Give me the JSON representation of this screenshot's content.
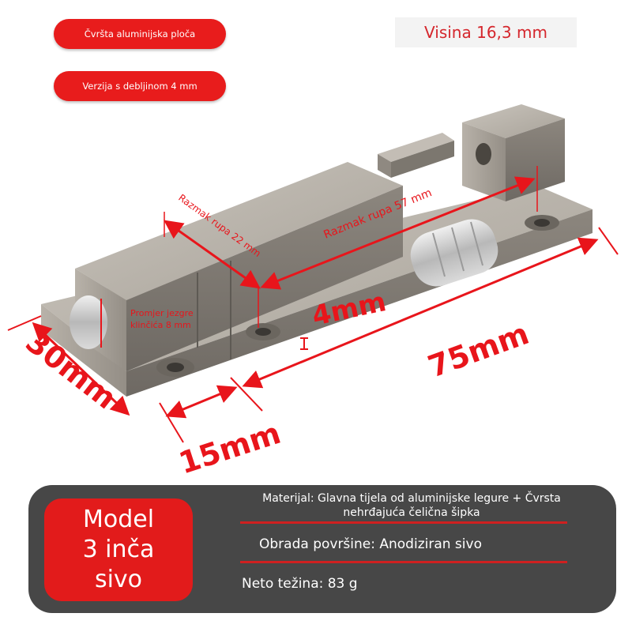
{
  "badges": {
    "badge1": "Čvršta aluminijska ploča",
    "badge2": "Verzija s debljinom 4 mm"
  },
  "height_label": "Visina 16,3 mm",
  "dimensions": {
    "hole_spacing_57": "Razmak rupa 57 mm",
    "hole_spacing_22": "Razmak rupa 22 mm",
    "core_diameter_line1": "Promjer jezgre",
    "core_diameter_line2": "klinčića 8 mm",
    "thickness": "4mm",
    "length": "75mm",
    "width": "30mm",
    "segment": "15mm"
  },
  "info": {
    "model": [
      "Model",
      "3 inča",
      "sivo"
    ],
    "material": "Materijal: Glavna tijela od aluminijske legure + Čvrsta nehrđajuća čelična šipka",
    "finish": "Obrada površine: Anodiziran sivo",
    "weight": "Neto težina: 83 g"
  },
  "colors": {
    "accent_red": "#e81c1c",
    "panel_gray": "#474747",
    "metal": "#9a948c"
  }
}
